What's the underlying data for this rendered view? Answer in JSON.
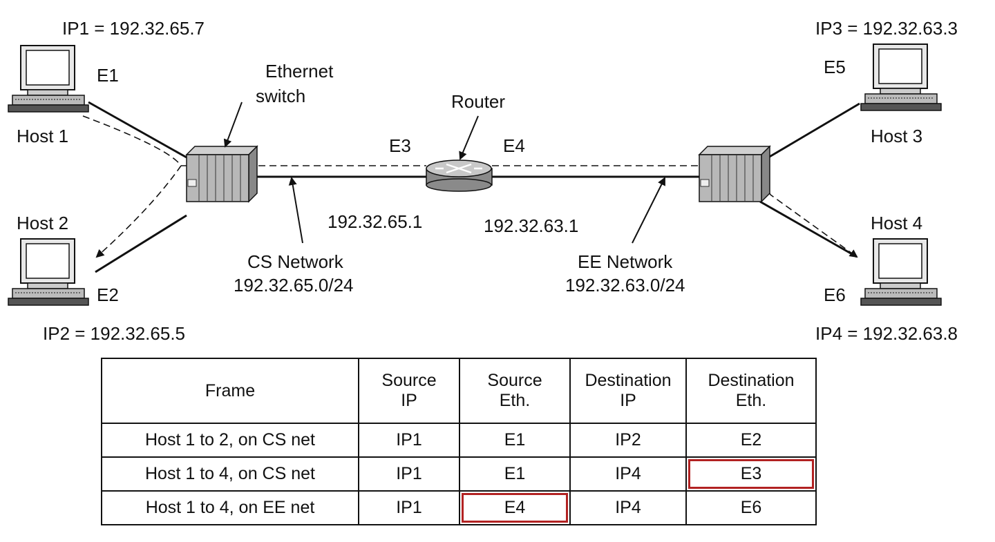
{
  "hosts": {
    "host1": {
      "name": "Host 1",
      "ip": "IP1 = 192.32.65.7",
      "eth": "E1"
    },
    "host2": {
      "name": "Host 2",
      "ip": "IP2 = 192.32.65.5",
      "eth": "E2"
    },
    "host3": {
      "name": "Host 3",
      "ip": "IP3 = 192.32.63.3",
      "eth": "E5"
    },
    "host4": {
      "name": "Host 4",
      "ip": "IP4 = 192.32.63.8",
      "eth": "E6"
    }
  },
  "switch_label": [
    "Ethernet",
    "switch"
  ],
  "router": {
    "label": "Router",
    "eth_left": "E3",
    "eth_right": "E4",
    "ip_left": "192.32.65.1",
    "ip_right": "192.32.63.1"
  },
  "networks": {
    "cs": {
      "name": "CS Network",
      "prefix": "192.32.65.0/24"
    },
    "ee": {
      "name": "EE Network",
      "prefix": "192.32.63.0/24"
    }
  },
  "table": {
    "headers": [
      "Frame",
      "Source IP",
      "Source Eth.",
      "Destination IP",
      "Destination Eth."
    ],
    "header_lines": [
      [
        "Frame"
      ],
      [
        "Source",
        "IP"
      ],
      [
        "Source",
        "Eth."
      ],
      [
        "Destination",
        "IP"
      ],
      [
        "Destination",
        "Eth."
      ]
    ],
    "rows": [
      [
        "Host 1 to 2, on CS net",
        "IP1",
        "E1",
        "IP2",
        "E2"
      ],
      [
        "Host 1 to 4, on CS net",
        "IP1",
        "E1",
        "IP4",
        "E3"
      ],
      [
        "Host 1 to 4, on EE net",
        "IP1",
        "E4",
        "IP4",
        "E6"
      ]
    ],
    "highlight_color": "#b22222"
  }
}
